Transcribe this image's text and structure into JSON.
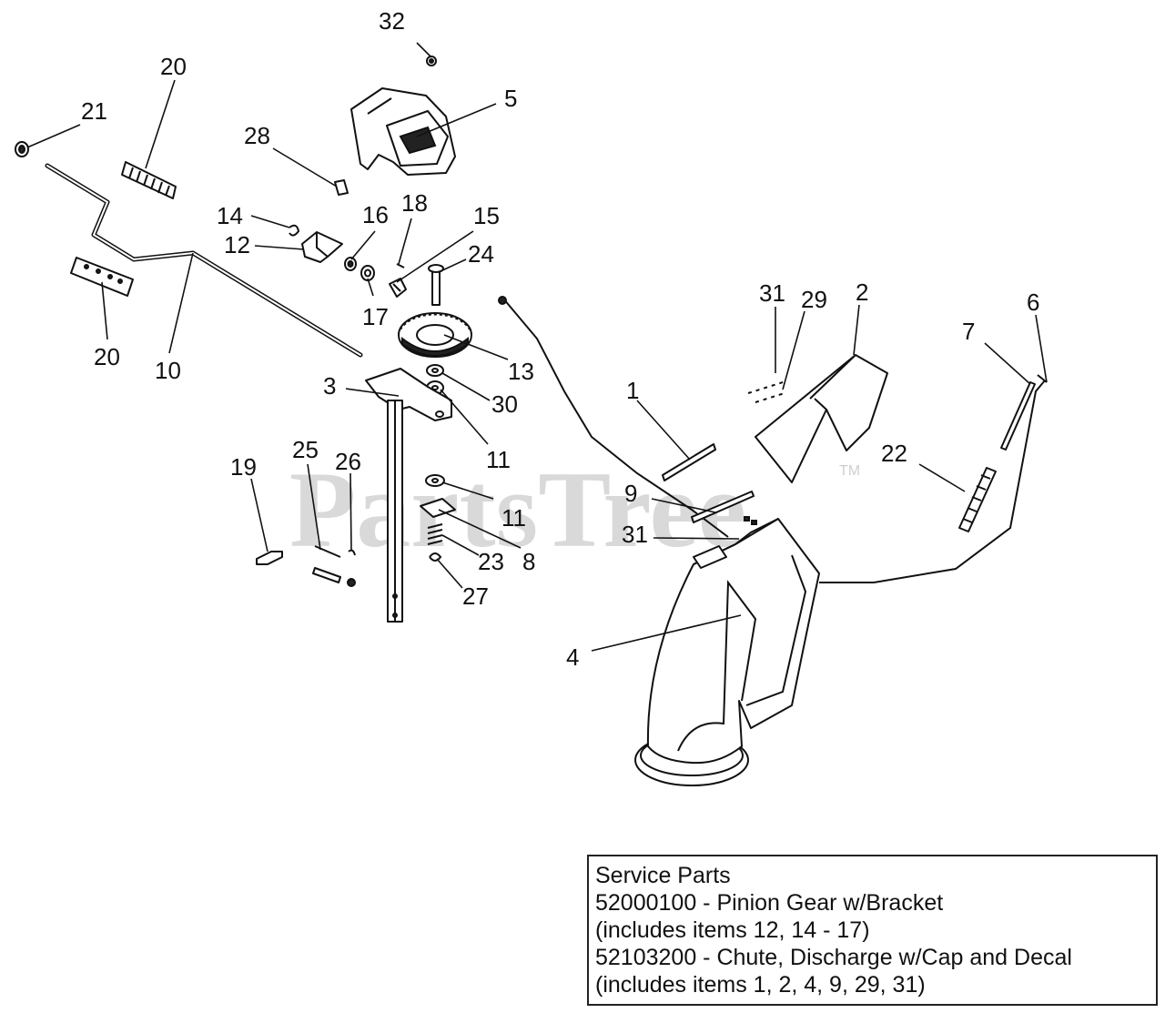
{
  "watermark": {
    "text": "PartsTree",
    "mark": "TM"
  },
  "callouts": [
    {
      "id": "32",
      "label": "32"
    },
    {
      "id": "20a",
      "label": "20"
    },
    {
      "id": "21",
      "label": "21"
    },
    {
      "id": "5",
      "label": "5"
    },
    {
      "id": "28",
      "label": "28"
    },
    {
      "id": "14",
      "label": "14"
    },
    {
      "id": "16",
      "label": "16"
    },
    {
      "id": "18",
      "label": "18"
    },
    {
      "id": "15",
      "label": "15"
    },
    {
      "id": "12",
      "label": "12"
    },
    {
      "id": "24",
      "label": "24"
    },
    {
      "id": "17",
      "label": "17"
    },
    {
      "id": "31a",
      "label": "31"
    },
    {
      "id": "29",
      "label": "29"
    },
    {
      "id": "2",
      "label": "2"
    },
    {
      "id": "6",
      "label": "6"
    },
    {
      "id": "7",
      "label": "7"
    },
    {
      "id": "20b",
      "label": "20"
    },
    {
      "id": "10",
      "label": "10"
    },
    {
      "id": "13",
      "label": "13"
    },
    {
      "id": "3",
      "label": "3"
    },
    {
      "id": "30",
      "label": "30"
    },
    {
      "id": "1",
      "label": "1"
    },
    {
      "id": "11a",
      "label": "11"
    },
    {
      "id": "19",
      "label": "19"
    },
    {
      "id": "25",
      "label": "25"
    },
    {
      "id": "26",
      "label": "26"
    },
    {
      "id": "22",
      "label": "22"
    },
    {
      "id": "9",
      "label": "9"
    },
    {
      "id": "11b",
      "label": "11"
    },
    {
      "id": "31b",
      "label": "31"
    },
    {
      "id": "8",
      "label": "8"
    },
    {
      "id": "23",
      "label": "23"
    },
    {
      "id": "27",
      "label": "27"
    },
    {
      "id": "4",
      "label": "4"
    }
  ],
  "service_parts": {
    "heading": "Service Parts",
    "lines": [
      "52000100 - Pinion Gear w/Bracket",
      "(includes items 12, 14 - 17)",
      "52103200 - Chute, Discharge w/Cap and Decal",
      "(includes items 1, 2, 4, 9, 29, 31)"
    ]
  }
}
